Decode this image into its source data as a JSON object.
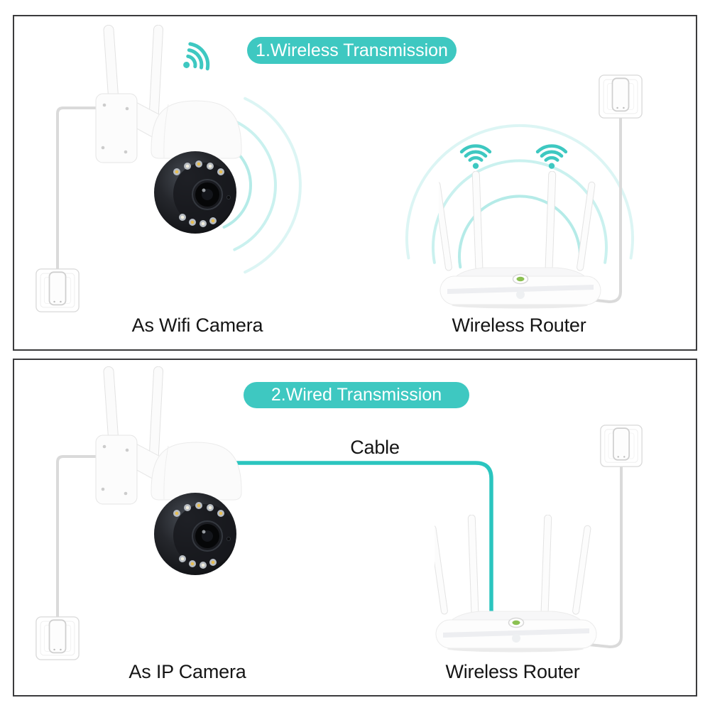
{
  "colors": {
    "accent": "#3EC8C1",
    "cable": "#2BC5BF",
    "ripple": "#4FCFC9",
    "led": "#8CC152",
    "border": "#3B3B3D",
    "text": "#151515"
  },
  "panel1": {
    "badge": "1.Wireless Transmission",
    "camera_label": "As Wifi Camera",
    "router_label": "Wireless Router"
  },
  "panel2": {
    "badge": "2.Wired Transmission",
    "cable_label": "Cable",
    "camera_label": "As IP Camera",
    "router_label": "Wireless Router"
  }
}
